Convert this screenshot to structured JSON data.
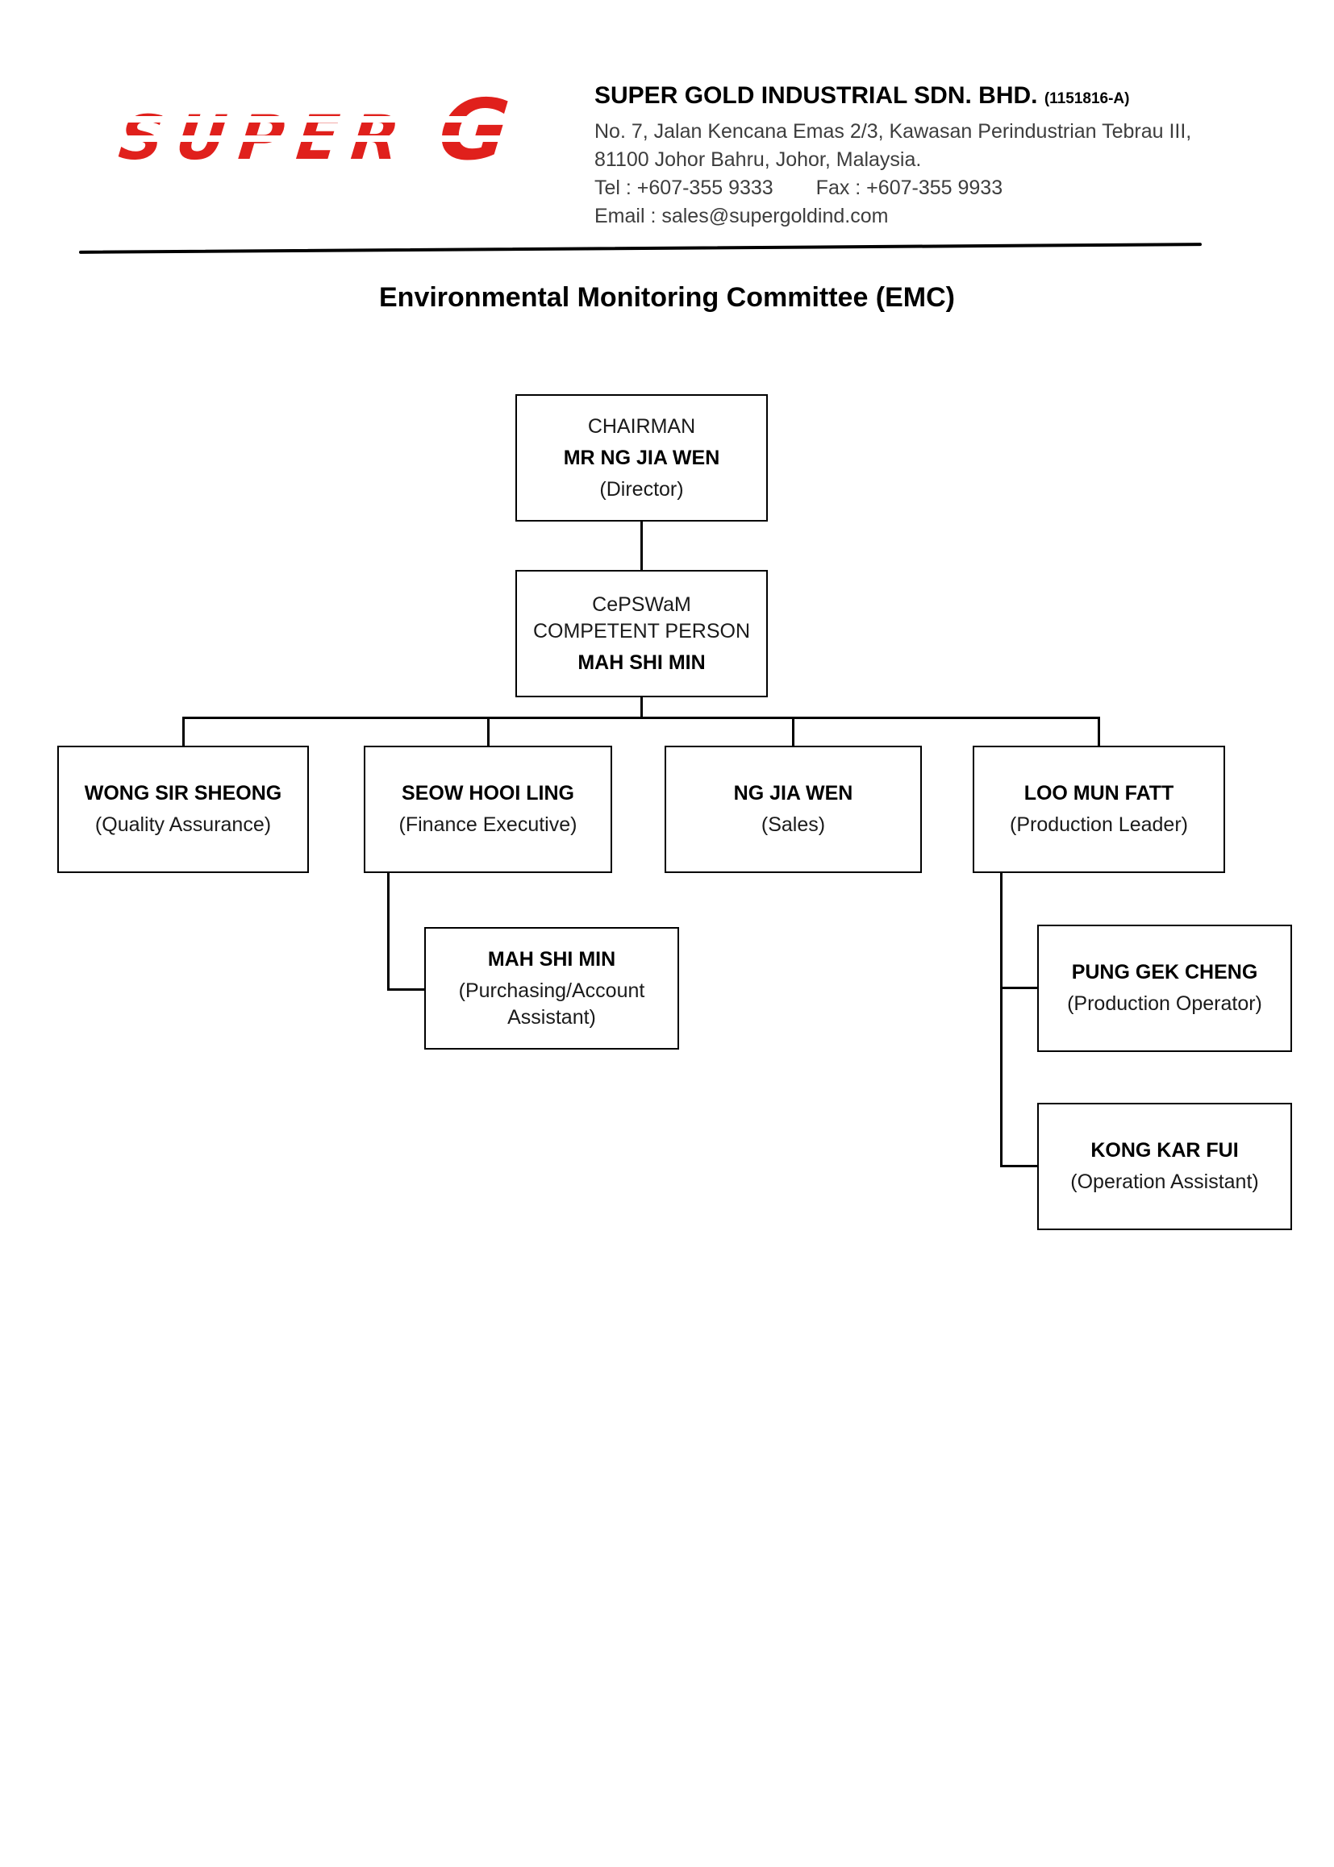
{
  "colors": {
    "logo_red": "#e0201c",
    "line": "#000000",
    "body_text": "#3d3d3d"
  },
  "header": {
    "logo": {
      "word": "SUPER",
      "g": "G"
    },
    "company_name": "SUPER GOLD INDUSTRIAL SDN. BHD.",
    "company_reg": "(1151816-A)",
    "address_line1": "No. 7, Jalan Kencana Emas 2/3, Kawasan Perindustrian Tebrau III,",
    "address_line2": "81100 Johor Bahru, Johor, Malaysia.",
    "tel": "Tel : +607-355 9333",
    "fax": "Fax : +607-355 9933",
    "email": "Email : sales@supergoldind.com"
  },
  "title": "Environmental Monitoring Committee (EMC)",
  "chart": {
    "chairman": {
      "role": "CHAIRMAN",
      "name": "MR NG JIA WEN",
      "position": "(Director)"
    },
    "competent_person": {
      "role": "CePSWaM COMPETENT PERSON",
      "name": "MAH SHI MIN"
    },
    "members": [
      {
        "name": "WONG SIR SHEONG",
        "position": "(Quality Assurance)"
      },
      {
        "name": "SEOW HOOI LING",
        "position": "(Finance Executive)"
      },
      {
        "name": "NG JIA WEN",
        "position": "(Sales)"
      },
      {
        "name": "LOO MUN FATT",
        "position": "(Production Leader)"
      }
    ],
    "finance_subordinate": {
      "name": "MAH SHI MIN",
      "position": "(Purchasing/Account Assistant)"
    },
    "production_subordinates": [
      {
        "name": "PUNG GEK CHENG",
        "position": "(Production Operator)"
      },
      {
        "name": "KONG KAR FUI",
        "position": "(Operation Assistant)"
      }
    ]
  }
}
